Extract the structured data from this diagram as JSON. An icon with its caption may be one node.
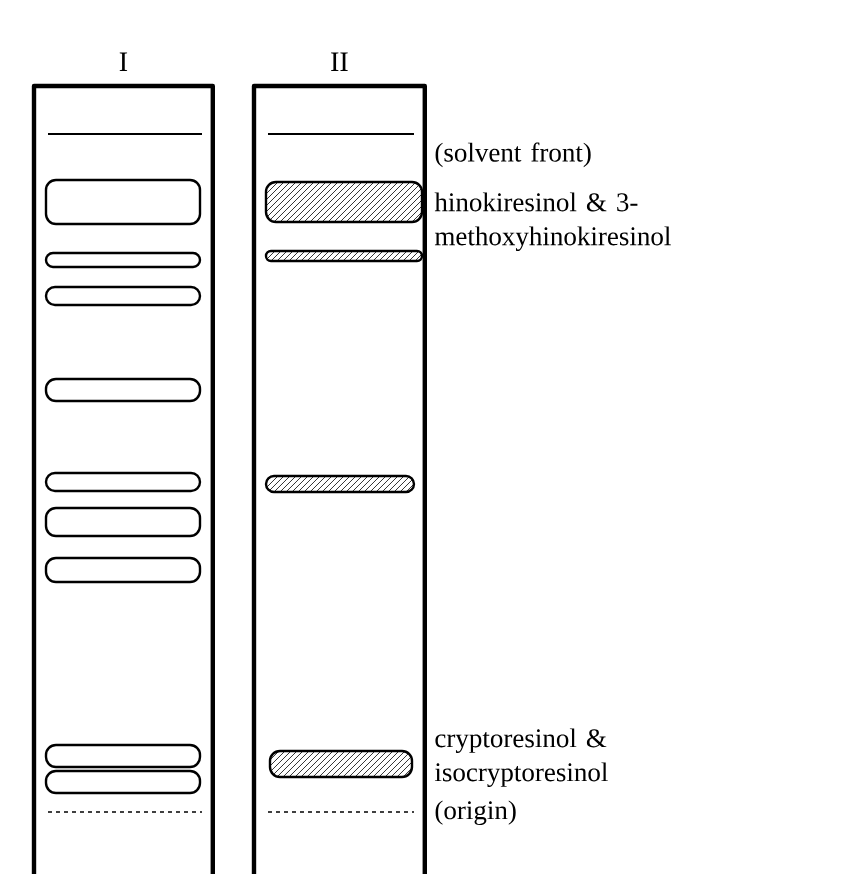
{
  "diagram": {
    "nodes": [
      {
        "text": [
          "I"
        ]
      },
      {
        "text": [
          "II"
        ]
      },
      {
        "text": [],
        "shape": "bar",
        "in": 0
      },
      {
        "text": [],
        "shape": "bar",
        "in": 0
      },
      {
        "text": [],
        "shape": "bar",
        "in": 0
      },
      {
        "text": [],
        "shape": "bar",
        "in": 0
      },
      {
        "text": [],
        "shape": "bar",
        "in": 0
      },
      {
        "text": [],
        "shape": "bar",
        "in": 0
      },
      {
        "text": [],
        "shape": "bar",
        "in": 0
      },
      {
        "text": [],
        "shape": "bar",
        "in": 0
      },
      {
        "text": [],
        "shape": "bar",
        "in": 0
      },
      {
        "text": [],
        "shape": "bar",
        "in": 1
      },
      {
        "text": [],
        "shape": "bar",
        "in": 1
      },
      {
        "text": [],
        "shape": "bar",
        "in": 1
      },
      {
        "text": [],
        "shape": "bar",
        "in": 1
      }
    ],
    "labels": [
      "(solvent front)",
      "hinokiresinol & 3-methoxyhinokiresinol",
      "cryptoresinol & isocryptoresinol",
      "(origin)"
    ]
  }
}
